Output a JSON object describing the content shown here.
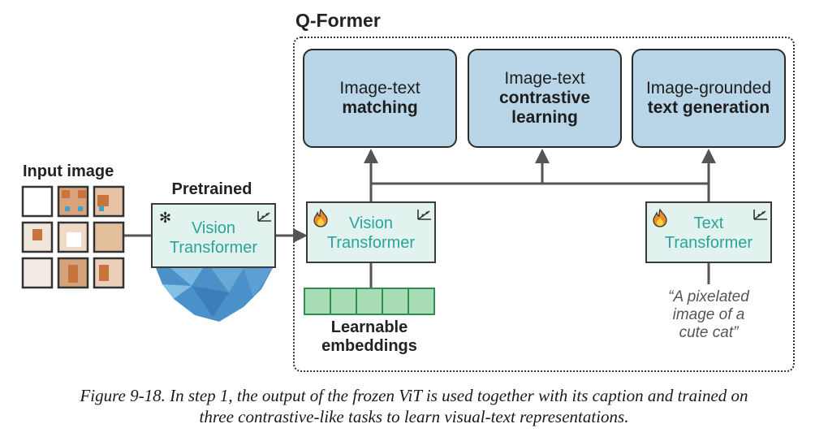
{
  "diagram": {
    "qformer_title": "Q-Former",
    "tasks": [
      {
        "line1": "Image-text",
        "line2": "matching",
        "line3": ""
      },
      {
        "line1": "Image-text",
        "line2": "contrastive",
        "line3": "learning"
      },
      {
        "line1": "Image-grounded",
        "line2": "text generation",
        "line3": ""
      }
    ],
    "input_label": "Input image",
    "pretrained_label": "Pretrained",
    "frozen_vit": {
      "line1": "Vision",
      "line2": "Transformer"
    },
    "qformer_vit": {
      "line1": "Vision",
      "line2": "Transformer"
    },
    "text_transformer": {
      "line1": "Text",
      "line2": "Transformer"
    },
    "embeddings_label": {
      "line1": "Learnable",
      "line2": "embeddings"
    },
    "caption_quote": {
      "line1": "“A pixelated",
      "line2": "image of a",
      "line3": "cute cat”"
    },
    "colors": {
      "task_fill": "#b9d5e8",
      "module_fill": "#e2f2ef",
      "module_text": "#2aa59a",
      "embedding_fill": "#a8dcb4",
      "iceberg": "#4a90c9"
    }
  },
  "figure_caption": {
    "line1": "Figure 9-18. In step 1, the output of the frozen ViT is used together with its caption and trained on",
    "line2": "three contrastive-like tasks to learn visual-text representations."
  }
}
